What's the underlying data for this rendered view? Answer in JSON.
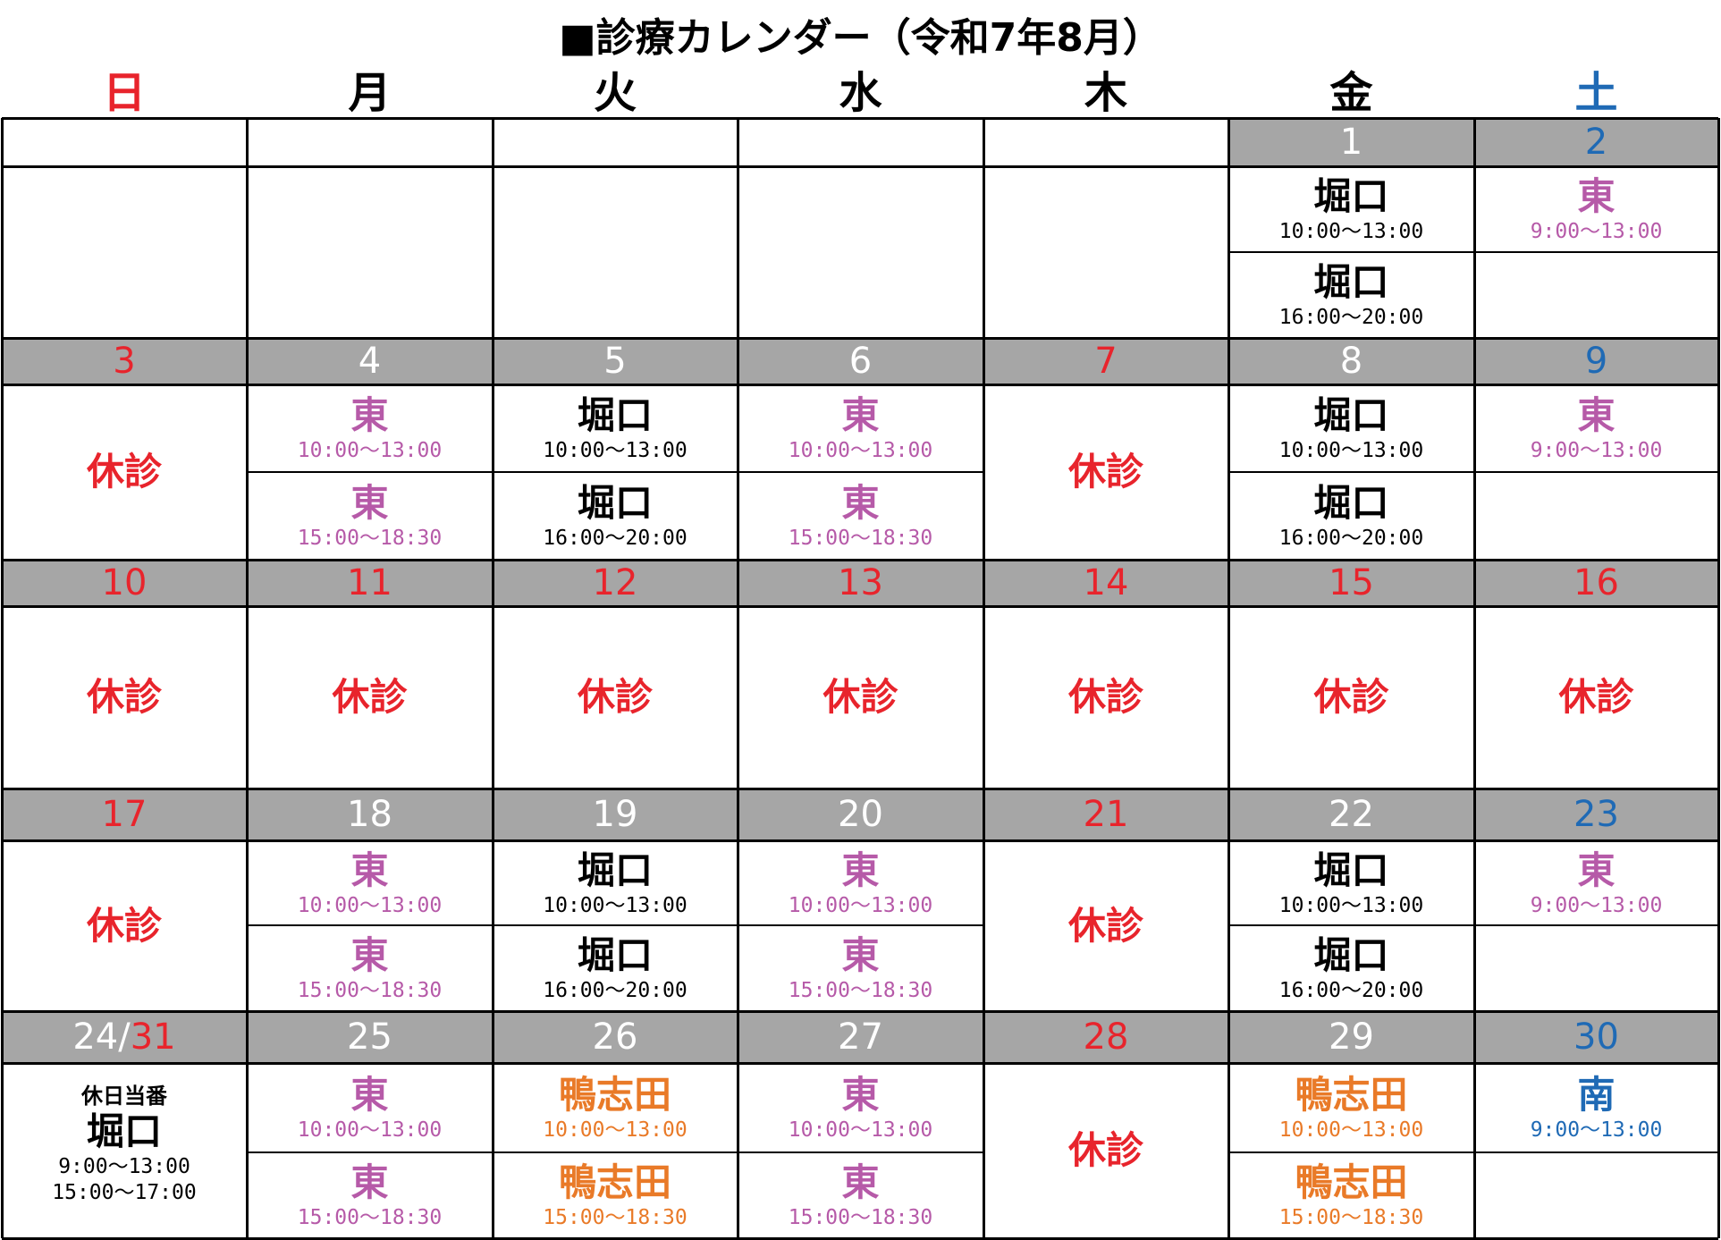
{
  "title": "■診療カレンダー（令和7年8月）",
  "colors": {
    "red": "#e8242c",
    "blue": "#1f6ab5",
    "white": "#ffffff",
    "black": "#000000",
    "purple": "#b65aa8",
    "orange": "#e97a28",
    "header_gray": "#a6a6a6"
  },
  "weekdays": [
    {
      "label": "日",
      "color": "#e8242c"
    },
    {
      "label": "月",
      "color": "#000000"
    },
    {
      "label": "火",
      "color": "#000000"
    },
    {
      "label": "水",
      "color": "#000000"
    },
    {
      "label": "木",
      "color": "#000000"
    },
    {
      "label": "金",
      "color": "#000000"
    },
    {
      "label": "土",
      "color": "#1f6ab5"
    }
  ],
  "closed_label": "休診",
  "weeks": [
    {
      "days": [
        {
          "num": "",
          "color": "#ffffff",
          "type": "blank"
        },
        {
          "num": "",
          "color": "#ffffff",
          "type": "blank"
        },
        {
          "num": "",
          "color": "#ffffff",
          "type": "blank"
        },
        {
          "num": "",
          "color": "#ffffff",
          "type": "blank"
        },
        {
          "num": "",
          "color": "#ffffff",
          "type": "blank"
        },
        {
          "num": "1",
          "color": "#ffffff",
          "type": "slots",
          "slots": [
            {
              "name": "堀口",
              "time": "10:00～13:00",
              "color": "#000000"
            },
            {
              "name": "堀口",
              "time": "16:00～20:00",
              "color": "#000000"
            }
          ]
        },
        {
          "num": "2",
          "color": "#1f6ab5",
          "type": "slots",
          "slots": [
            {
              "name": "東",
              "time": "9:00～13:00",
              "color": "#b65aa8"
            },
            {
              "name": "",
              "time": "",
              "color": "#000000"
            }
          ]
        }
      ]
    },
    {
      "days": [
        {
          "num": "3",
          "color": "#e8242c",
          "type": "closed"
        },
        {
          "num": "4",
          "color": "#ffffff",
          "type": "slots",
          "slots": [
            {
              "name": "東",
              "time": "10:00～13:00",
              "color": "#b65aa8"
            },
            {
              "name": "東",
              "time": "15:00～18:30",
              "color": "#b65aa8"
            }
          ]
        },
        {
          "num": "5",
          "color": "#ffffff",
          "type": "slots",
          "slots": [
            {
              "name": "堀口",
              "time": "10:00～13:00",
              "color": "#000000"
            },
            {
              "name": "堀口",
              "time": "16:00～20:00",
              "color": "#000000"
            }
          ]
        },
        {
          "num": "6",
          "color": "#ffffff",
          "type": "slots",
          "slots": [
            {
              "name": "東",
              "time": "10:00～13:00",
              "color": "#b65aa8"
            },
            {
              "name": "東",
              "time": "15:00～18:30",
              "color": "#b65aa8"
            }
          ]
        },
        {
          "num": "7",
          "color": "#e8242c",
          "type": "closed"
        },
        {
          "num": "8",
          "color": "#ffffff",
          "type": "slots",
          "slots": [
            {
              "name": "堀口",
              "time": "10:00～13:00",
              "color": "#000000"
            },
            {
              "name": "堀口",
              "time": "16:00～20:00",
              "color": "#000000"
            }
          ]
        },
        {
          "num": "9",
          "color": "#1f6ab5",
          "type": "slots",
          "slots": [
            {
              "name": "東",
              "time": "9:00～13:00",
              "color": "#b65aa8"
            },
            {
              "name": "",
              "time": "",
              "color": "#000000"
            }
          ]
        }
      ]
    },
    {
      "days": [
        {
          "num": "10",
          "color": "#e8242c",
          "type": "closed"
        },
        {
          "num": "11",
          "color": "#e8242c",
          "type": "closed"
        },
        {
          "num": "12",
          "color": "#e8242c",
          "type": "closed"
        },
        {
          "num": "13",
          "color": "#e8242c",
          "type": "closed"
        },
        {
          "num": "14",
          "color": "#e8242c",
          "type": "closed"
        },
        {
          "num": "15",
          "color": "#e8242c",
          "type": "closed"
        },
        {
          "num": "16",
          "color": "#e8242c",
          "type": "closed"
        }
      ]
    },
    {
      "days": [
        {
          "num": "17",
          "color": "#e8242c",
          "type": "closed"
        },
        {
          "num": "18",
          "color": "#ffffff",
          "type": "slots",
          "slots": [
            {
              "name": "東",
              "time": "10:00～13:00",
              "color": "#b65aa8"
            },
            {
              "name": "東",
              "time": "15:00～18:30",
              "color": "#b65aa8"
            }
          ]
        },
        {
          "num": "19",
          "color": "#ffffff",
          "type": "slots",
          "slots": [
            {
              "name": "堀口",
              "time": "10:00～13:00",
              "color": "#000000"
            },
            {
              "name": "堀口",
              "time": "16:00～20:00",
              "color": "#000000"
            }
          ]
        },
        {
          "num": "20",
          "color": "#ffffff",
          "type": "slots",
          "slots": [
            {
              "name": "東",
              "time": "10:00～13:00",
              "color": "#b65aa8"
            },
            {
              "name": "東",
              "time": "15:00～18:30",
              "color": "#b65aa8"
            }
          ]
        },
        {
          "num": "21",
          "color": "#e8242c",
          "type": "closed"
        },
        {
          "num": "22",
          "color": "#ffffff",
          "type": "slots",
          "slots": [
            {
              "name": "堀口",
              "time": "10:00～13:00",
              "color": "#000000"
            },
            {
              "name": "堀口",
              "time": "16:00～20:00",
              "color": "#000000"
            }
          ]
        },
        {
          "num": "23",
          "color": "#1f6ab5",
          "type": "slots",
          "slots": [
            {
              "name": "東",
              "time": "9:00～13:00",
              "color": "#b65aa8"
            },
            {
              "name": "",
              "time": "",
              "color": "#000000"
            }
          ]
        }
      ]
    },
    {
      "days": [
        {
          "num": "24",
          "num_sep": "/",
          "num2": "31",
          "color": "#ffffff",
          "color2": "#e8242c",
          "type": "holiday",
          "holiday": {
            "label": "休日当番",
            "name": "堀口",
            "time1": "9:00～13:00",
            "time2": "15:00～17:00"
          }
        },
        {
          "num": "25",
          "color": "#ffffff",
          "type": "slots",
          "slots": [
            {
              "name": "東",
              "time": "10:00～13:00",
              "color": "#b65aa8"
            },
            {
              "name": "東",
              "time": "15:00～18:30",
              "color": "#b65aa8"
            }
          ]
        },
        {
          "num": "26",
          "color": "#ffffff",
          "type": "slots",
          "slots": [
            {
              "name": "鴨志田",
              "time": "10:00～13:00",
              "color": "#e97a28"
            },
            {
              "name": "鴨志田",
              "time": "15:00～18:30",
              "color": "#e97a28"
            }
          ]
        },
        {
          "num": "27",
          "color": "#ffffff",
          "type": "slots",
          "slots": [
            {
              "name": "東",
              "time": "10:00～13:00",
              "color": "#b65aa8"
            },
            {
              "name": "東",
              "time": "15:00～18:30",
              "color": "#b65aa8"
            }
          ]
        },
        {
          "num": "28",
          "color": "#e8242c",
          "type": "closed"
        },
        {
          "num": "29",
          "color": "#ffffff",
          "type": "slots",
          "slots": [
            {
              "name": "鴨志田",
              "time": "10:00～13:00",
              "color": "#e97a28"
            },
            {
              "name": "鴨志田",
              "time": "15:00～18:30",
              "color": "#e97a28"
            }
          ]
        },
        {
          "num": "30",
          "color": "#1f6ab5",
          "type": "slots",
          "slots": [
            {
              "name": "南",
              "time": "9:00～13:00",
              "color": "#1f6ab5"
            },
            {
              "name": "",
              "time": "",
              "color": "#000000"
            }
          ]
        }
      ]
    }
  ]
}
